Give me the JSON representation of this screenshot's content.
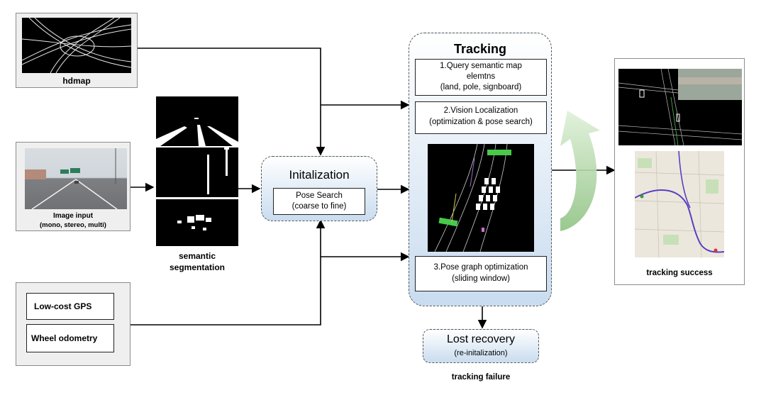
{
  "inputs": {
    "hdmap_label": "hdmap",
    "image_label": "Image input",
    "image_sub": "(mono, stereo, multi)",
    "gps_label": "Low-cost GPS",
    "odometry_label": "Wheel odometry"
  },
  "segmentation": {
    "label_line1": "semantic",
    "label_line2": "segmentation"
  },
  "initialization": {
    "title": "Initalization",
    "box_line1": "Pose Search",
    "box_line2": "(coarse to fine)"
  },
  "tracking": {
    "title": "Tracking",
    "step1_line1": "1.Query semantic map",
    "step1_line2": "elemtns",
    "step1_line3": "(land, pole, signboard)",
    "step2_line1": "2.Vision Localization",
    "step2_line2": "(optimization & pose search)",
    "step3_line1": "3.Pose graph optimization",
    "step3_line2": "(sliding window)"
  },
  "lost": {
    "title": "Lost recovery",
    "sub": "(re-initalization)",
    "caption": "tracking failure"
  },
  "result": {
    "caption": "tracking success"
  },
  "colors": {
    "panel_gradient_end": "#c9dcef",
    "recovery_arrow": "#a6cf9a"
  }
}
